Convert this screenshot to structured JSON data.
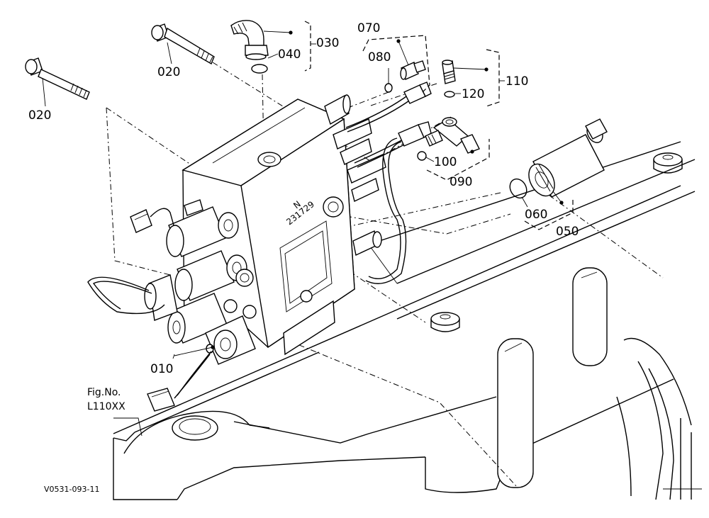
{
  "diagram": {
    "callouts": {
      "p010": "010",
      "p020a": "020",
      "p020b": "020",
      "p030": "030",
      "p040": "040",
      "p050": "050",
      "p060": "060",
      "p070": "070",
      "p080": "080",
      "p090": "090",
      "p100": "100",
      "p110": "110",
      "p120": "120"
    },
    "fig_ref": {
      "line1": "Fig.No.",
      "line2": "L110XX"
    },
    "stamp": "231729",
    "stamp_letter": "N",
    "drawing_code": "V0531-093-11"
  }
}
